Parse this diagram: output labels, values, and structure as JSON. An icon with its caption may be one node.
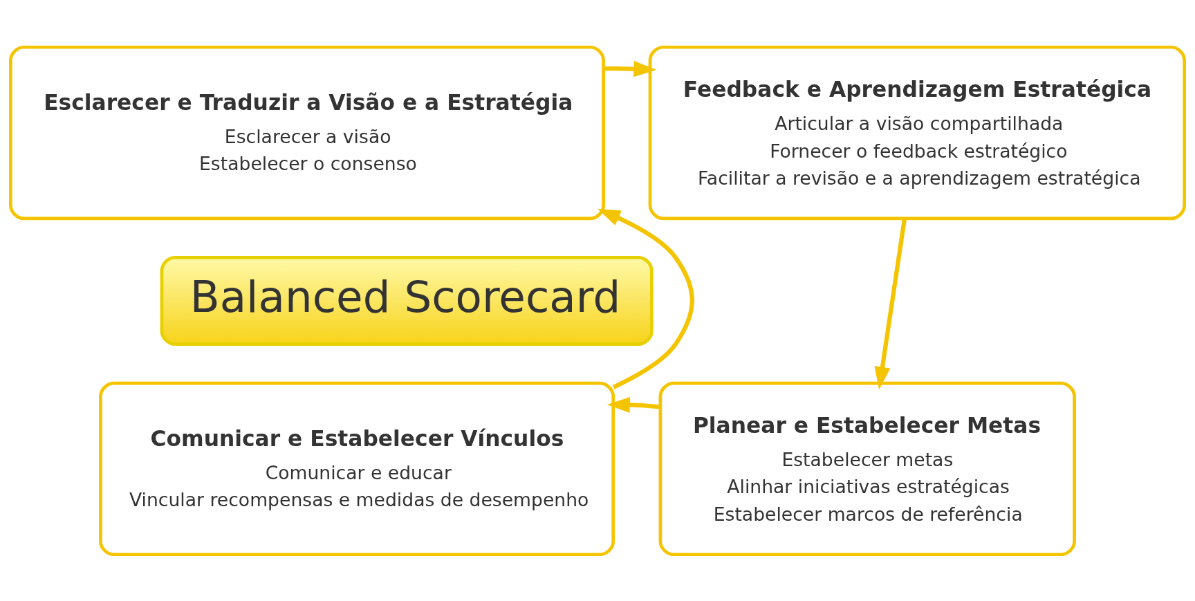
{
  "diagram": {
    "nodes": [
      {
        "text": [
          "Esclarecer e Traduzir a Visão e a Estratégia",
          "Esclarecer a visão",
          "Estabelecer o consenso"
        ]
      },
      {
        "text": [
          "Feedback e Aprendizagem Estratégica",
          "Articular a visão compartilhada",
          "Fornecer o feedback estratégico",
          "Facilitar a revisão e a aprendizagem estratégica"
        ]
      },
      {
        "text": [
          "Balanced Scorecard"
        ]
      },
      {
        "text": [
          "Comunicar e Estabelecer Vínculos",
          "Comunicar e educar",
          "Vincular recompensas e medidas de desempenho"
        ]
      },
      {
        "text": [
          "Planear e Estabelecer Metas",
          "Estabelecer metas",
          "Alinhar iniciativas estratégicas",
          "Estabelecer marcos de referência"
        ]
      }
    ],
    "edges": [
      {
        "from": 0,
        "to": 1,
        "arrow": "to"
      },
      {
        "from": 1,
        "to": 4,
        "arrow": "to"
      },
      {
        "from": 4,
        "to": 3,
        "arrow": "to"
      },
      {
        "from": 3,
        "to": 0,
        "arrow": "to"
      }
    ]
  }
}
